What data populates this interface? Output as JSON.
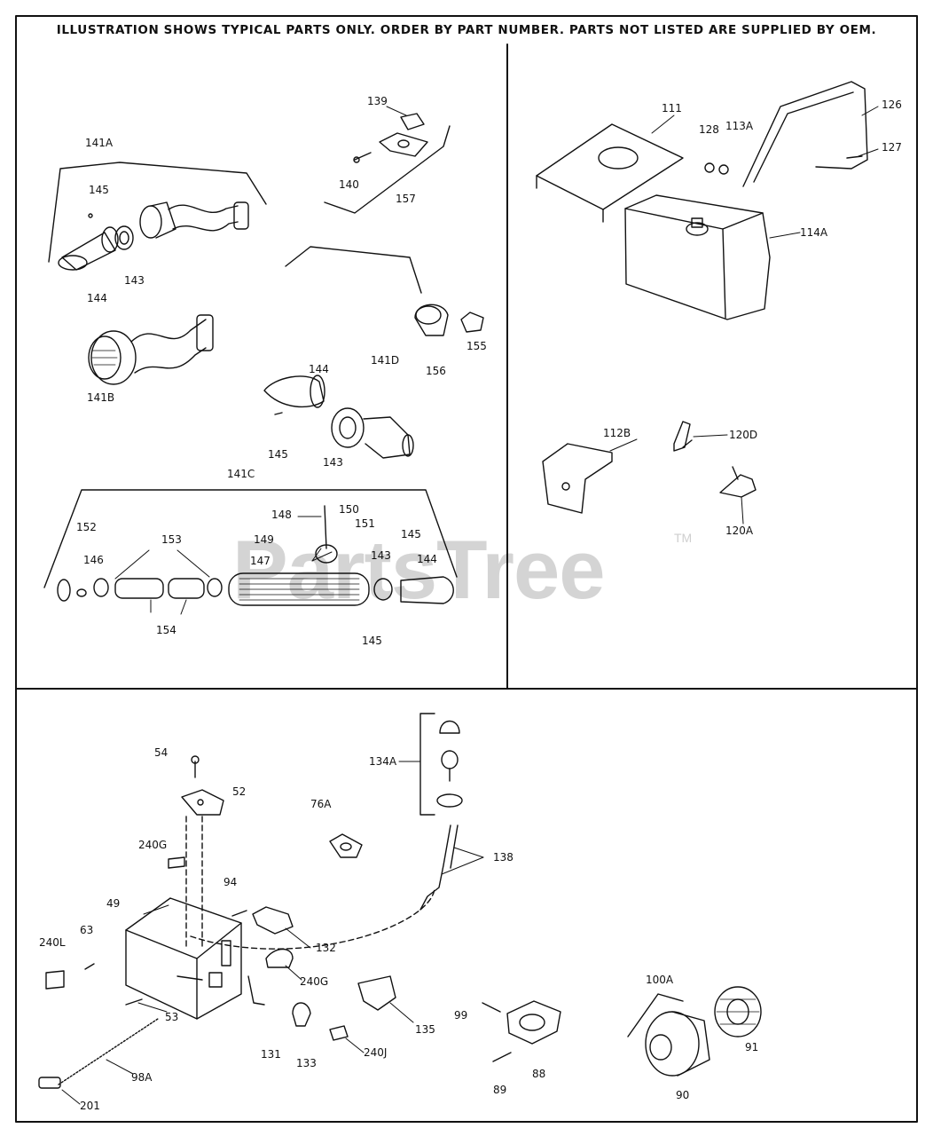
{
  "notice": "ILLUSTRATION SHOWS TYPICAL PARTS ONLY. ORDER BY PART NUMBER. PARTS NOT LISTED ARE SUPPLIED BY OEM.",
  "watermark": {
    "brand": "PartsTree",
    "trademark": "TM"
  },
  "labels": {
    "p141A": "141A",
    "p145a": "145",
    "p144a": "144",
    "p143a": "143",
    "p139": "139",
    "p140": "140",
    "p157": "157",
    "p141B": "141B",
    "p156": "156",
    "p155": "155",
    "p141D": "141D",
    "p144b": "144",
    "p145b": "145",
    "p143b": "143",
    "p141C": "141C",
    "p152": "152",
    "p146": "146",
    "p153": "153",
    "p154": "154",
    "p148": "148",
    "p150": "150",
    "p151": "151",
    "p149": "149",
    "p147": "147",
    "p143c": "143",
    "p145c": "145",
    "p144c": "144",
    "p145d": "145",
    "p111": "111",
    "p128": "128",
    "p113A": "113A",
    "p126": "126",
    "p127": "127",
    "p114A": "114A",
    "p112B": "112B",
    "p120D": "120D",
    "p120A": "120A",
    "p54": "54",
    "p52": "52",
    "p240Ga": "240G",
    "p76A": "76A",
    "p134A": "134A",
    "p138": "138",
    "p94": "94",
    "p49": "49",
    "p63": "63",
    "p240L": "240L",
    "p132": "132",
    "p240Gb": "240G",
    "p53": "53",
    "p131": "131",
    "p133": "133",
    "p240J": "240J",
    "p135": "135",
    "p98A": "98A",
    "p201": "201",
    "p99": "99",
    "p88": "88",
    "p89": "89",
    "p100A": "100A",
    "p91": "91",
    "p90": "90"
  }
}
